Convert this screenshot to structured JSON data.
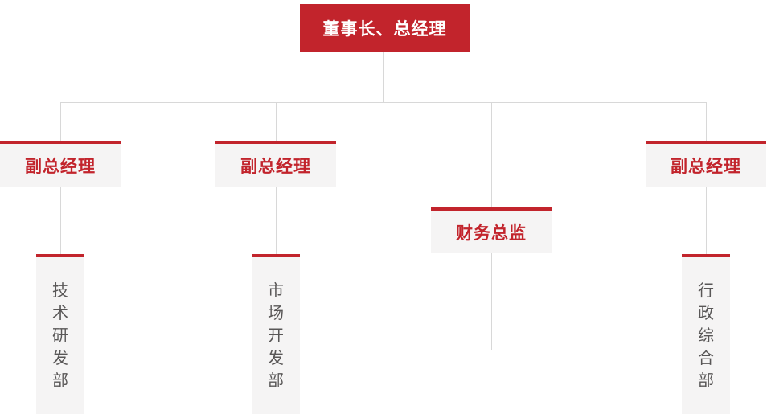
{
  "page": {
    "kind": "organization-chart"
  },
  "colors": {
    "accent_red": "#c2242c",
    "node_background": "#f5f4f4",
    "root_text": "#ffffff",
    "mid_text": "#c2242c",
    "dept_text": "#595757",
    "connector_line": "#d8d8d8"
  },
  "org": {
    "root": {
      "id": "chairman-gm",
      "label": "董事长、总经理"
    },
    "level2": [
      {
        "id": "vp-1",
        "label": "副总经理"
      },
      {
        "id": "vp-2",
        "label": "副总经理"
      },
      {
        "id": "finance-director",
        "label": "财务总监"
      },
      {
        "id": "vp-3",
        "label": "副总经理"
      }
    ],
    "level3": [
      {
        "id": "tech-rd-dept",
        "label": "技术研发部"
      },
      {
        "id": "market-dev-dept",
        "label": "市场开发部"
      },
      {
        "id": "admin-general-dept",
        "label": "行政综合部"
      }
    ],
    "connections": [
      {
        "from": "chairman-gm",
        "to": "vp-1"
      },
      {
        "from": "chairman-gm",
        "to": "vp-2"
      },
      {
        "from": "chairman-gm",
        "to": "finance-director"
      },
      {
        "from": "chairman-gm",
        "to": "vp-3"
      },
      {
        "from": "vp-1",
        "to": "tech-rd-dept"
      },
      {
        "from": "vp-2",
        "to": "market-dev-dept"
      },
      {
        "from": "vp-3",
        "to": "admin-general-dept"
      },
      {
        "from": "finance-director",
        "to": "admin-general-dept",
        "attach": "left-side"
      }
    ]
  }
}
